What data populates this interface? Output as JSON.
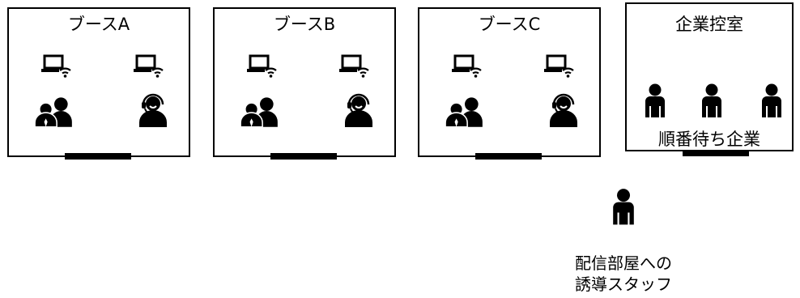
{
  "booths": [
    {
      "label": "ブースA"
    },
    {
      "label": "ブースB"
    },
    {
      "label": "ブースC"
    }
  ],
  "waiting_room": {
    "label": "企業控室",
    "caption": "順番待ち企業"
  },
  "staff": {
    "caption_line1": "配信部屋への",
    "caption_line2": "誘導スタッフ"
  },
  "icons": [
    "laptop-wifi-icon",
    "two-people-icon",
    "headset-person-icon",
    "person-icon"
  ],
  "colors": {
    "stroke": "#000000",
    "background": "#ffffff"
  }
}
